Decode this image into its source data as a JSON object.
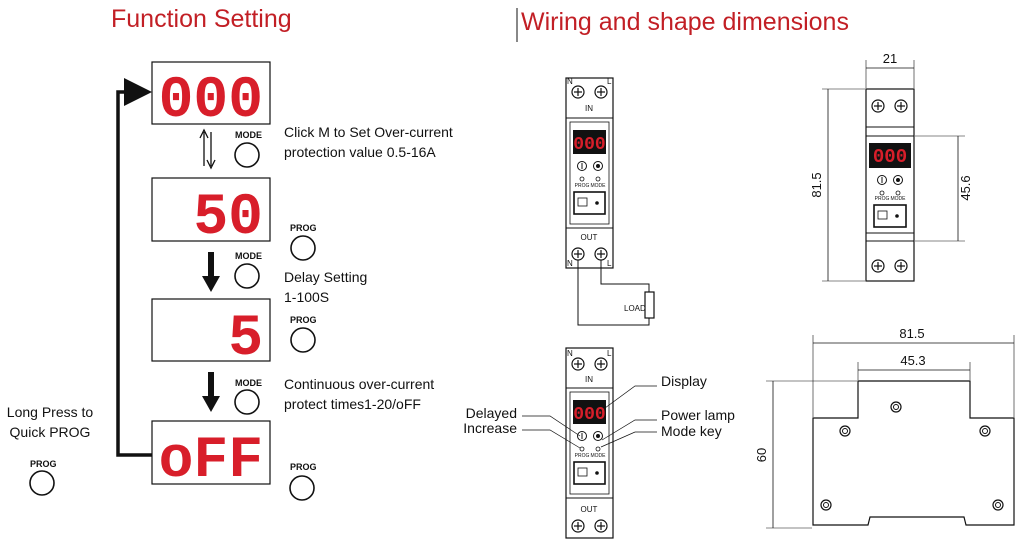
{
  "titles": {
    "function_setting": "Function Setting",
    "wiring": "Wiring and shape dimensions"
  },
  "function_setting": {
    "displays": [
      "000",
      "50",
      "5",
      "oFF"
    ],
    "mode_label": "MODE",
    "prog_label": "PROG",
    "step1_line1": "Click M to Set Over-current",
    "step1_line2": "protection value 0.5-16A",
    "step2_line1": "Delay Setting",
    "step2_line2": "1-100S",
    "step3_line1": "Continuous over-current",
    "step3_line2": "protect times1-20/oFF",
    "long_press_line1": "Long Press to",
    "long_press_line2": "Quick PROG"
  },
  "wiring": {
    "terminal_n": "N",
    "terminal_l": "L",
    "in_label": "IN",
    "out_label": "OUT",
    "load_label": "LOAD",
    "device_display": "000",
    "prog_small": "PROG",
    "mode_small": "MODE",
    "callouts": {
      "display": "Display",
      "delayed_line1": "Delayed",
      "delayed_line2": "Increase",
      "power_lamp": "Power lamp",
      "mode_key": "Mode key"
    }
  },
  "dimensions": {
    "front_width": "21",
    "front_height": "81.5",
    "window_height": "45.6",
    "side_width": "81.5",
    "side_inner_width": "45.3",
    "side_height": "60"
  },
  "colors": {
    "title_red": "#c21f25",
    "display_red": "#d81e2a"
  }
}
